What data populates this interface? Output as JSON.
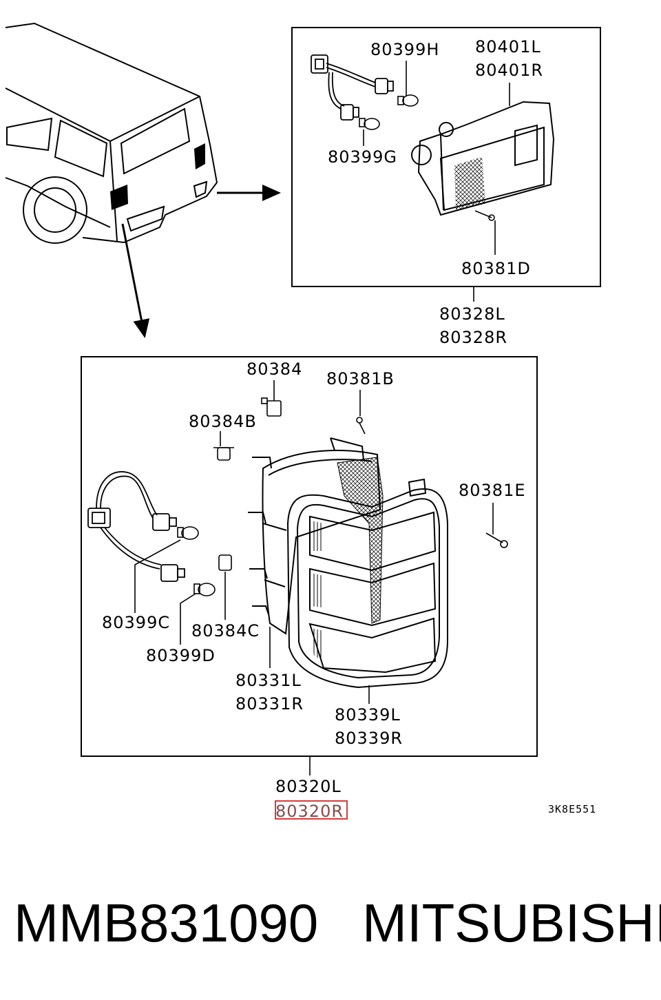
{
  "labels": {
    "p80399H": "80399H",
    "p80401L": "80401L",
    "p80401R": "80401R",
    "p80399G": "80399G",
    "p80381D": "80381D",
    "p80328L": "80328L",
    "p80328R": "80328R",
    "p80384": "80384",
    "p80381B": "80381B",
    "p80384B": "80384B",
    "p80381E": "80381E",
    "p80399C": "80399C",
    "p80384C": "80384C",
    "p80399D": "80399D",
    "p80331L": "80331L",
    "p80331R": "80331R",
    "p80339L": "80339L",
    "p80339R": "80339R",
    "p80320L": "80320L",
    "p80320R": "80320R"
  },
  "highlight_color": "#d23c3c",
  "diagram_code": "3K8E551",
  "footer": {
    "part_number": "MMB831090",
    "brand": "MITSUBISHI"
  }
}
